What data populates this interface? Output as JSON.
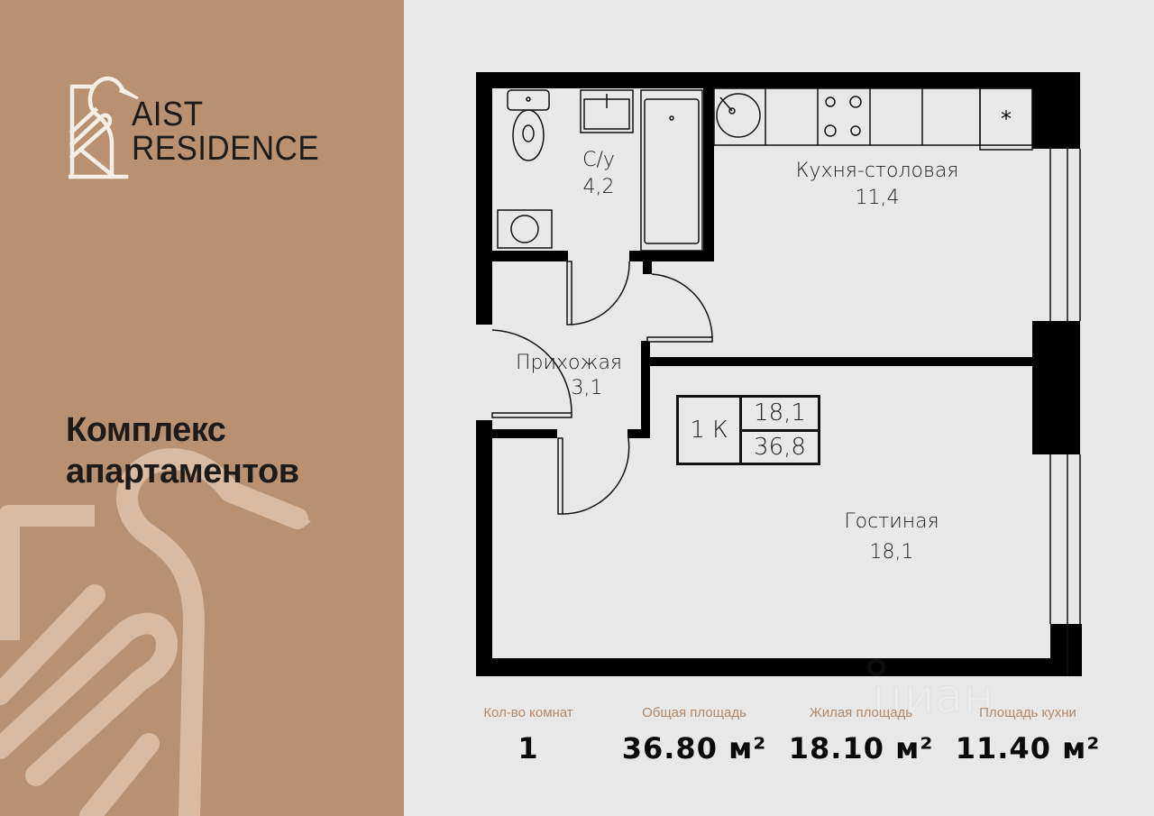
{
  "brand": {
    "logo_line1": "AIST",
    "logo_line2": "RESIDENCE",
    "panel_color": "#b89172",
    "text_color": "#1e1a17"
  },
  "headline": {
    "line1": "Комплекс",
    "line2": "апартаментов"
  },
  "floorplan": {
    "rooms": [
      {
        "name": "С/у",
        "area": "4,2"
      },
      {
        "name": "Кухня-столовая",
        "area": "11,4"
      },
      {
        "name": "Прихожая",
        "area": "3,1"
      },
      {
        "name": "Гостиная",
        "area": "18,1"
      }
    ],
    "summary": {
      "rooms": "1 К",
      "living_area": "18,1",
      "total_area": "36,8"
    },
    "fixtures": {
      "fridge_symbol": "*"
    }
  },
  "stats": [
    {
      "label": "Кол-во комнат",
      "value": "1"
    },
    {
      "label": "Общая площадь",
      "value": "36.80 м²"
    },
    {
      "label": "Жилая площадь",
      "value": "18.10 м²"
    },
    {
      "label": "Площадь кухни",
      "value": "11.40 м²"
    }
  ],
  "colors": {
    "background": "#e8e8e8",
    "wall": "#000000",
    "stat_label": "#b08a6e"
  }
}
